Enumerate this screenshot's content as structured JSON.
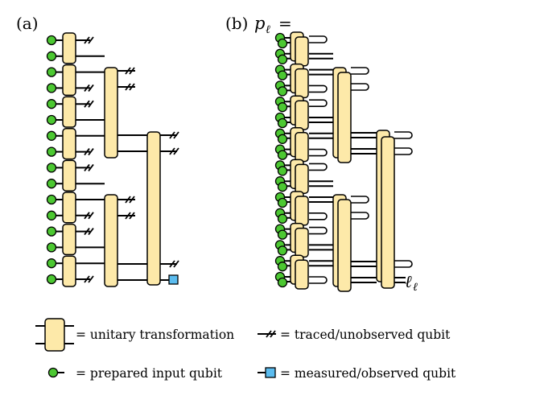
{
  "panel_a": {
    "label": "(a)"
  },
  "panel_b": {
    "label": "(b)",
    "formula_lhs": "p",
    "formula_sub": "ℓ",
    "formula_eq": "=",
    "output_label": "ℓ",
    "output_sub": "ℓ"
  },
  "legend": {
    "unitary": "= unitary transformation",
    "traced": "= traced/unobserved qubit",
    "prepared": "= prepared input qubit",
    "measured": "= measured/observed qubit"
  },
  "colors": {
    "gate_fill": "#fde9a9",
    "qubit_fill": "#4cc832",
    "measure_fill": "#5bbcef",
    "stroke": "#000000"
  },
  "icons": {
    "gate": "unitary-gate-icon",
    "qubit": "prepared-qubit-icon",
    "trace": "trace-slash-icon",
    "measure": "measured-square-icon"
  }
}
